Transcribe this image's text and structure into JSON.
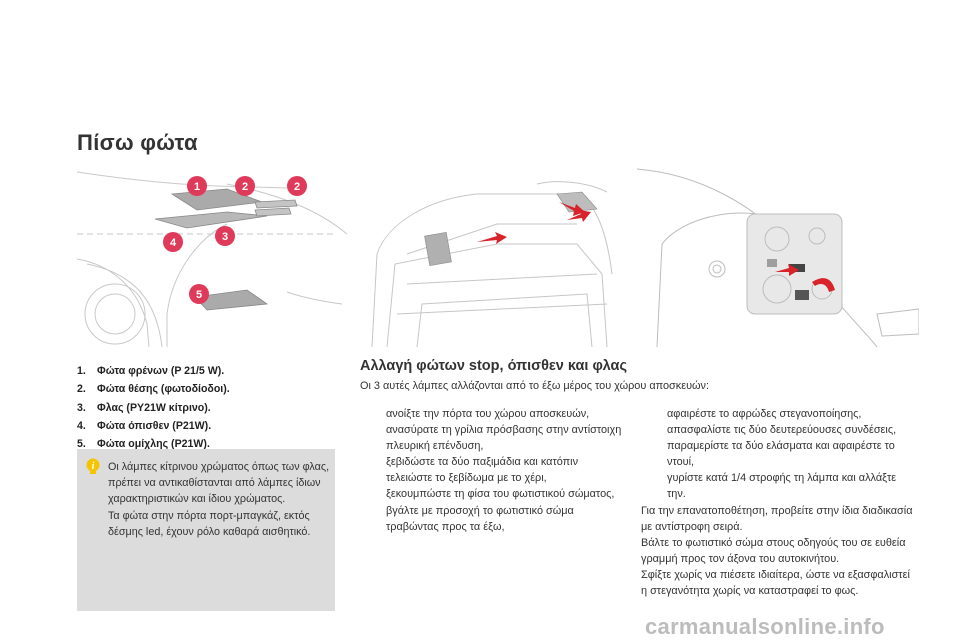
{
  "page": {
    "title": "Πίσω φώτα"
  },
  "illustration": {
    "callouts": [
      "1",
      "2",
      "2",
      "3",
      "4",
      "5"
    ]
  },
  "legend": {
    "items": [
      {
        "num": "1.",
        "text": "Φώτα φρένων (P 21/5 W)."
      },
      {
        "num": "2.",
        "text": "Φώτα θέσης (φωτοδίοδοι)."
      },
      {
        "num": "3.",
        "text": "Φλας (PY21W κίτρινο)."
      },
      {
        "num": "4.",
        "text": "Φώτα όπισθεν (P21W)."
      },
      {
        "num": "5.",
        "text": "Φώτα ομίχλης (P21W)."
      }
    ]
  },
  "info_box": {
    "icon": "info-lightbulb-icon",
    "line1": "Οι λάμπες κίτρινου χρώματος όπως των φλας, πρέπει να αντικαθίστανται από λάμπες ίδιων χαρακτηριστικών και ίδιου χρώματος.",
    "line2": "Τα φώτα στην πόρτα πορτ-μπαγκάζ, εκτός δέσμης led, έχουν ρόλο καθαρά αισθητικό."
  },
  "section": {
    "title": "Αλλαγή φώτων stop, όπισθεν και φλας",
    "intro": "Οι 3 αυτές λάμπες αλλάζονται από το έξω μέρος του χώρου αποσκευών:",
    "bullet": "",
    "steps_col1": [
      "ανοίξτε την πόρτα του χώρου αποσκευών,",
      "ανασύρατε τη γρίλια πρόσβασης στην αντίστοιχη πλευρική επένδυση,",
      "ξεβιδώστε τα δύο παξιμάδια και κατόπιν τελειώστε το ξεβίδωμα με το χέρι,",
      "ξεκουμπώστε τη φίσα του φωτιστικού σώματος,",
      "βγάλτε με προσοχή το φωτιστικό σώμα τραβώντας προς τα έξω,"
    ],
    "steps_col2": [
      "αφαιρέστε το αφρώδες στεγανοποίησης,",
      "απασφαλίστε τις δύο δευτερεύουσες συνδέσεις,",
      "παραμερίστε τα δύο ελάσματα και αφαιρέστε το ντουί,",
      "γυρίστε κατά 1/4 στροφής τη λάμπα και αλλάξτε την."
    ],
    "refit_text": "Για την επανατοποθέτηση, προβείτε στην ίδια διαδικασία με αντίστροφη σειρά.",
    "align_text": "Βάλτε το φωτιστικό σώμα στους οδηγούς του σε ευθεία γραμμή προς τον άξονα του αυτοκινήτου.",
    "tighten_text": "Σφίξτε χωρίς να πιέσετε ιδιαίτερα, ώστε να εξασφαλιστεί η στεγανότητα χωρίς να καταστραφεί το φως."
  },
  "watermark": "carmanualsonline.info",
  "colors": {
    "callout": "#e03a5a",
    "infobox_bg": "#dcdcdc",
    "arrow": "#d8232a"
  }
}
